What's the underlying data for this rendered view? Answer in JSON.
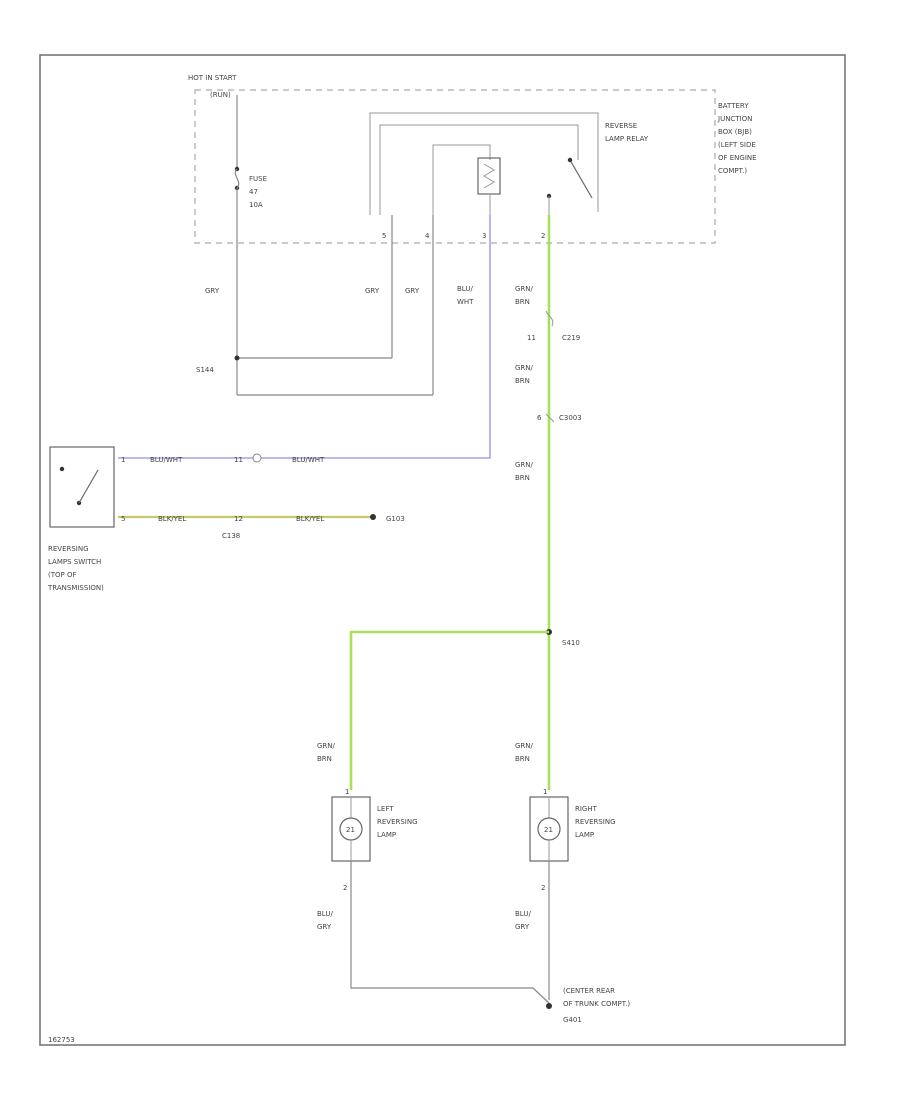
{
  "power_source": {
    "line1": "HOT IN START",
    "line2": "(RUN)"
  },
  "fuse": {
    "line1": "FUSE",
    "line2": "47",
    "line3": "10A"
  },
  "relay": {
    "line1": "REVERSE",
    "line2": "LAMP RELAY"
  },
  "junction_box": {
    "lines": [
      "BATTERY",
      "JUNCTION",
      "BOX (BJB)",
      "(LEFT SIDE",
      "OF ENGINE",
      "COMPT.)"
    ]
  },
  "pins": {
    "relay_a": "5",
    "relay_b": "4",
    "relay_c": "3",
    "relay_d": "2"
  },
  "wire_labels": {
    "gry_left": "GRY",
    "gry_mid1": "GRY",
    "gry_mid2": "GRY",
    "blu_wht": [
      "BLU/",
      "WHT"
    ],
    "grn_brn_1": [
      "GRN/",
      "BRN"
    ],
    "grn_brn_2": [
      "GRN/",
      "BRN"
    ],
    "grn_brn_3": [
      "GRN/",
      "BRN"
    ],
    "grn_brn_left": [
      "GRN/",
      "BRN"
    ],
    "grn_brn_right": [
      "GRN/",
      "BRN"
    ],
    "blu_gry_left": [
      "BLU/",
      "GRY"
    ],
    "blu_gry_right": [
      "BLU/",
      "GRY"
    ],
    "switch_top_a": "BLU/WHT",
    "switch_top_b": "BLU/WHT",
    "switch_bot_a": "BLK/YEL",
    "switch_bot_b": "BLK/YEL"
  },
  "connectors": {
    "c219_pin": "11",
    "c219": "C219",
    "c3003_pin": "6",
    "c3003": "C3003",
    "c138_top": "11",
    "c138_bot": "12",
    "c138": "C138",
    "switch_pin_top": "1",
    "switch_pin_bot": "5",
    "lamp_left_top": "1",
    "lamp_left_bot": "2",
    "lamp_right_top": "1",
    "lamp_right_bot": "2"
  },
  "splices": {
    "s144": "S144",
    "s410": "S410"
  },
  "grounds": {
    "g103": "G103",
    "g401": "G401"
  },
  "switch": {
    "lines": [
      "REVERSING",
      "LAMPS SWITCH",
      "(TOP OF",
      "TRANSMISSION)"
    ]
  },
  "left_lamp": {
    "lines": [
      "LEFT",
      "REVERSING",
      "LAMP"
    ]
  },
  "right_lamp": {
    "lines": [
      "RIGHT",
      "REVERSING",
      "LAMP"
    ]
  },
  "ground_location": {
    "lines": [
      "(CENTER REAR",
      "OF TRUNK COMPT.)"
    ]
  },
  "lamp_symbol": "21",
  "footer_code": "162753"
}
